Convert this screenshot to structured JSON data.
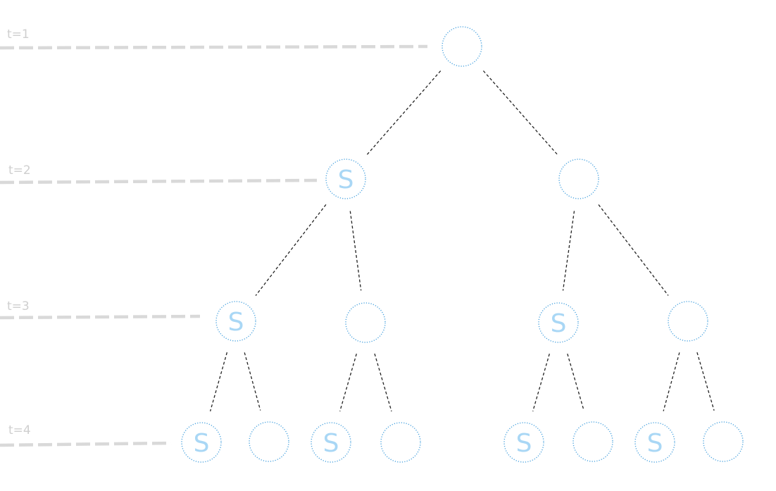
{
  "levels": [
    {
      "label": "t=1"
    },
    {
      "label": "t=2"
    },
    {
      "label": "t=3"
    },
    {
      "label": "t=4"
    }
  ],
  "node_mark_text": "S",
  "tree": {
    "root": {
      "level": 1,
      "marked": false,
      "children": [
        {
          "level": 2,
          "marked": true,
          "children": [
            {
              "level": 3,
              "marked": true,
              "children": [
                {
                  "level": 4,
                  "marked": true
                },
                {
                  "level": 4,
                  "marked": false
                }
              ]
            },
            {
              "level": 3,
              "marked": false,
              "children": [
                {
                  "level": 4,
                  "marked": true
                },
                {
                  "level": 4,
                  "marked": false
                }
              ]
            }
          ]
        },
        {
          "level": 2,
          "marked": false,
          "children": [
            {
              "level": 3,
              "marked": true,
              "children": [
                {
                  "level": 4,
                  "marked": true
                },
                {
                  "level": 4,
                  "marked": false
                }
              ]
            },
            {
              "level": 3,
              "marked": false,
              "children": [
                {
                  "level": 4,
                  "marked": true
                },
                {
                  "level": 4,
                  "marked": false
                }
              ]
            }
          ]
        }
      ]
    }
  },
  "colors": {
    "node_outline": "#4aa3df",
    "mark_text": "#a9d7f5",
    "edge": "#222222",
    "level_line": "#d9d9d9",
    "level_label": "#cfcfcf"
  }
}
